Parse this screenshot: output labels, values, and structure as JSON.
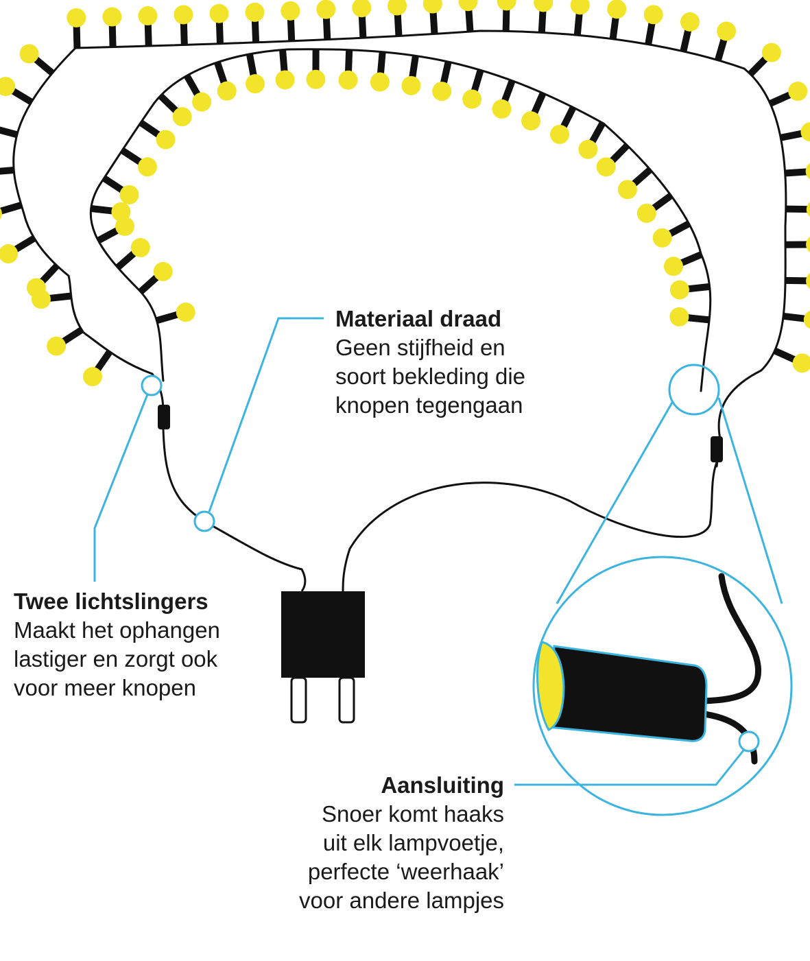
{
  "colors": {
    "wire": "#111111",
    "bulb": "#f2e42a",
    "callout_line": "#3cb4e0",
    "background": "#ffffff"
  },
  "callouts": {
    "two_strings": {
      "title": "Twee lichtslingers",
      "lines": [
        "Maakt het ophangen",
        "lastiger en zorgt ook",
        "voor meer knopen"
      ]
    },
    "material": {
      "title": "Materiaal draad",
      "lines": [
        "Geen stijfheid en",
        "soort bekleding die",
        "knopen tegengaan"
      ]
    },
    "connection": {
      "title": "Aansluiting",
      "lines": [
        "Snoer komt haaks",
        "uit elk lampvoetje,",
        "perfecte ‘weerhaak’",
        "voor andere lampjes"
      ]
    }
  }
}
